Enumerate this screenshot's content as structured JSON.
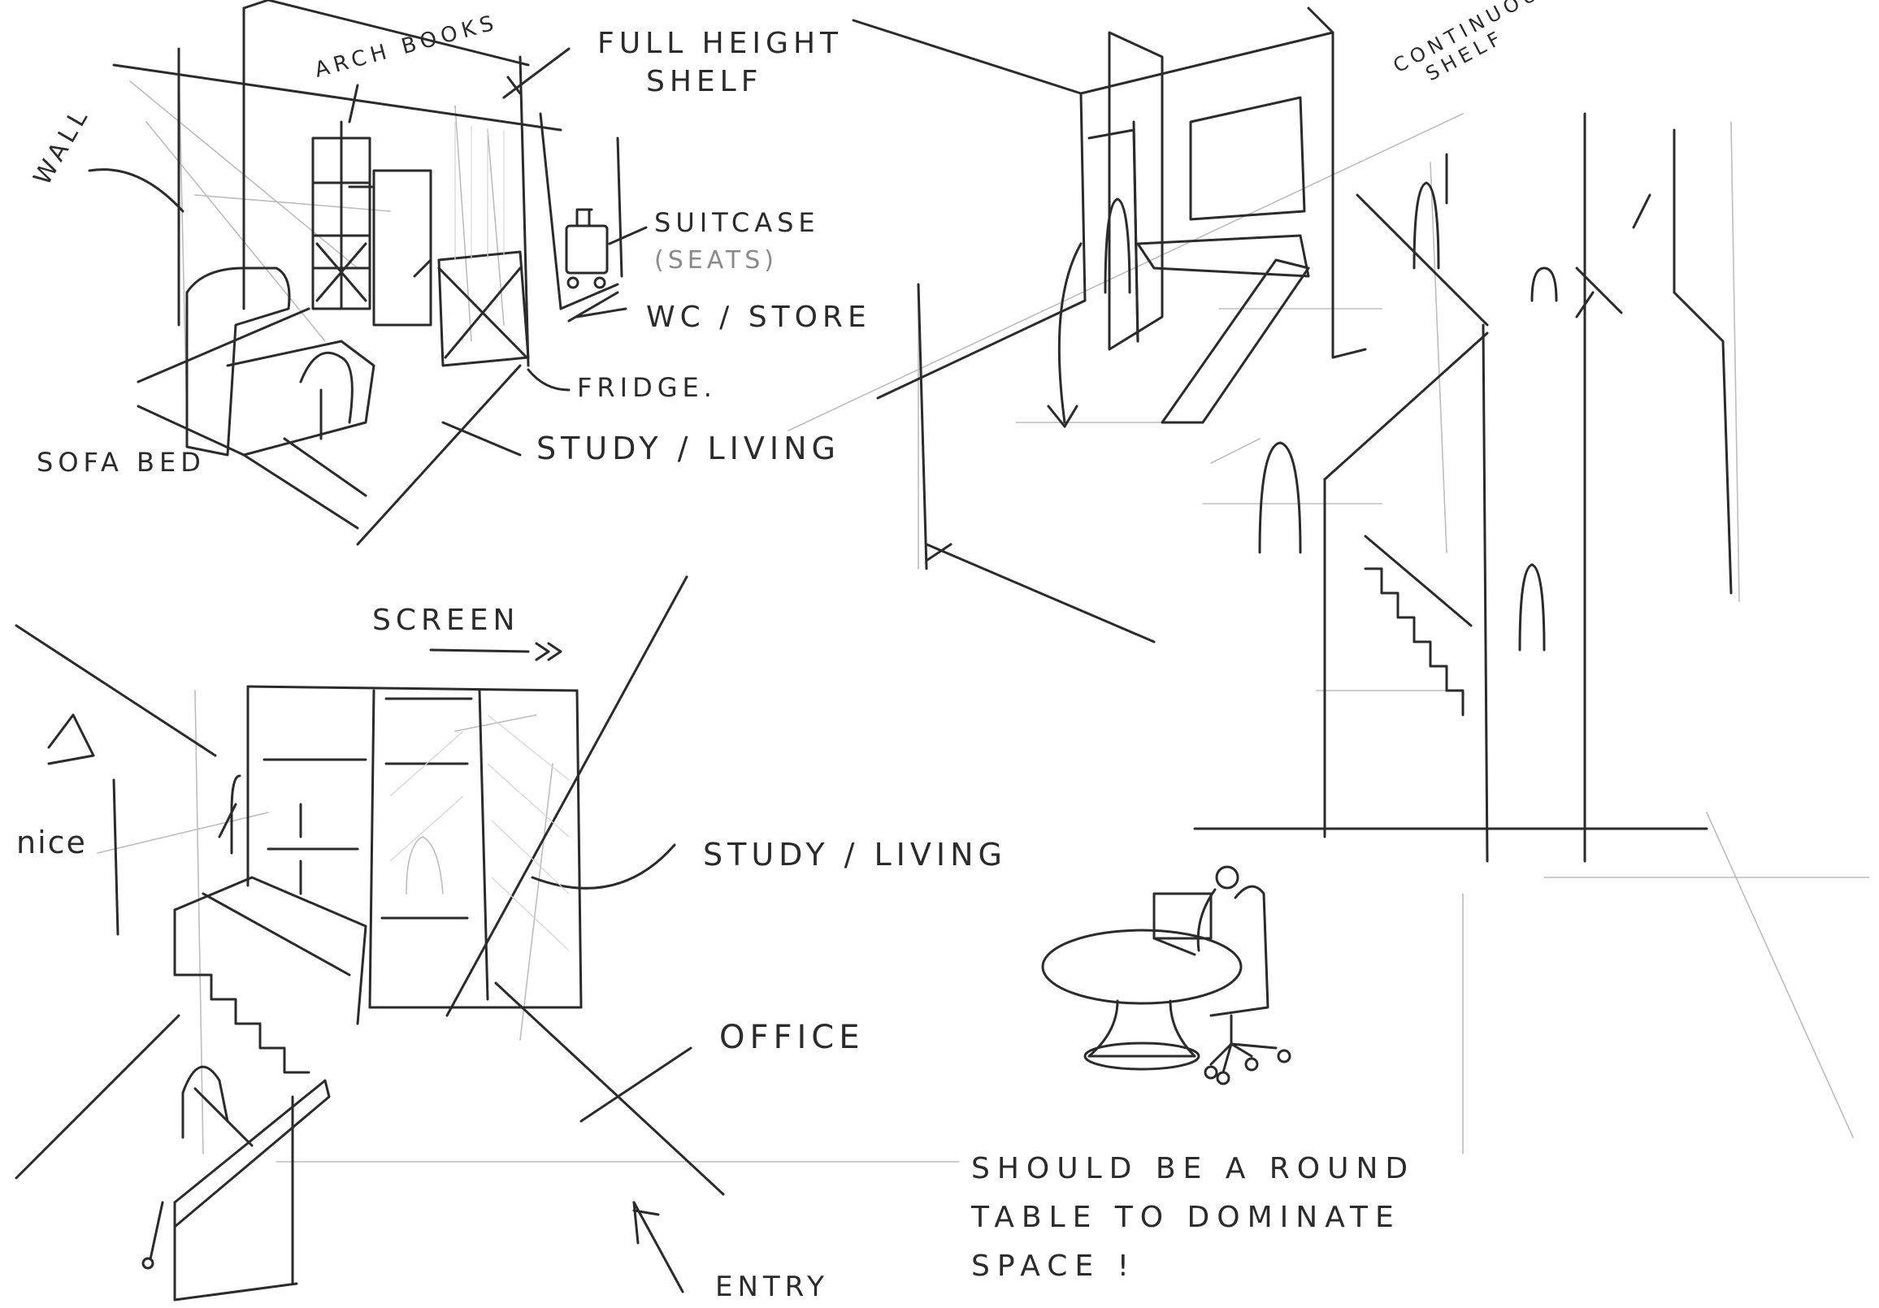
{
  "labels": {
    "wall": "WALL",
    "arch_books": "ARCH BOOKS",
    "full_height_shelf_line1": "FULL HEIGHT",
    "full_height_shelf_line2": "SHELF",
    "suitcase_line1": "SUITCASE",
    "suitcase_line2": "(SEATS)",
    "wc_store": "WC / STORE",
    "fridge": "FRIDGE.",
    "study_living_top": "STUDY / LIVING",
    "sofa_bed": "SOFA BED",
    "continuous_shelf_line1": "CONTINUOUS",
    "continuous_shelf_line2": "SHELF",
    "screen": "SCREEN",
    "nice": "nice",
    "study_living_bottom": "STUDY / LIVING",
    "office": "OFFICE",
    "entry": "ENTRY",
    "note_line1": "SHOULD BE A ROUND",
    "note_line2": "TABLE TO DOMINATE",
    "note_line3": "SPACE !"
  }
}
